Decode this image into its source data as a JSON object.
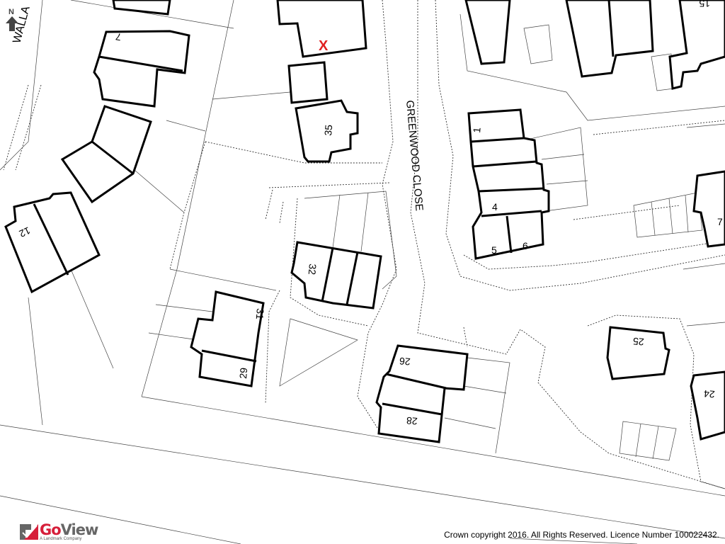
{
  "map": {
    "street_labels": {
      "greenwood_close": "GREENWOOD CLOSE",
      "wallace_partial": "WALLA"
    },
    "house_numbers": [
      "7",
      "12",
      "35",
      "1",
      "4",
      "5",
      "6",
      "32",
      "31",
      "29",
      "26",
      "28",
      "25",
      "24",
      "7",
      "15"
    ],
    "marker": {
      "label": "X",
      "color": "#e02020"
    },
    "north_arrow": {
      "label": "N",
      "icon": "north-arrow-icon"
    }
  },
  "footer": {
    "logo": {
      "brand_go": "Go",
      "brand_view": "View",
      "tagline": "A Landmark Company",
      "color": "#d61f3a"
    },
    "copyright": "Crown copyright 2016. All Rights Reserved. Licence Number 100022432."
  }
}
